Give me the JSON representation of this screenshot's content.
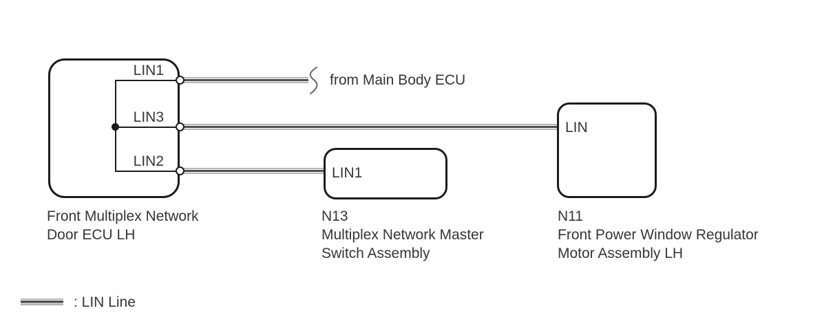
{
  "colors": {
    "background": "#ffffff",
    "box_border": "#1c1c1c",
    "text": "#363636",
    "lin_line_core": "#4d4d4d",
    "lin_line_edge": "#b5b5b5"
  },
  "components": {
    "door_ecu": {
      "pins": {
        "lin1": "LIN1",
        "lin3": "LIN3",
        "lin2": "LIN2"
      },
      "label_line1": "Front Multiplex Network",
      "label_line2": "Door ECU LH"
    },
    "n13": {
      "pin": "LIN1",
      "code": "N13",
      "label_line1": "Multiplex Network Master",
      "label_line2": "Switch Assembly"
    },
    "n11": {
      "pin": "LIN",
      "code": "N11",
      "label_line1": "Front Power Window Regulator",
      "label_line2": "Motor Assembly LH"
    }
  },
  "annotations": {
    "from_main_body_ecu": "from Main Body ECU"
  },
  "legend": {
    "lin_line": ": LIN Line"
  }
}
